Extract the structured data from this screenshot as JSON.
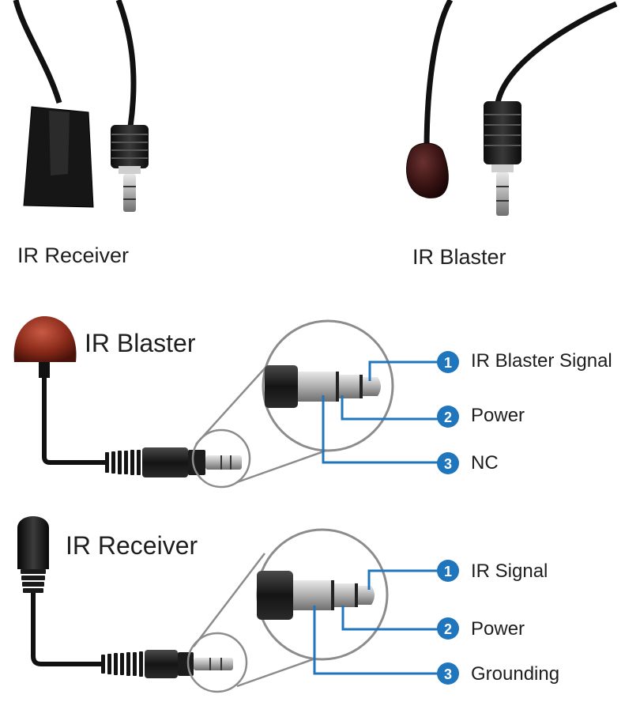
{
  "photos": {
    "receiver_caption": "IR Receiver",
    "blaster_caption": "IR Blaster"
  },
  "blaster_diagram": {
    "title": "IR Blaster",
    "pins": [
      {
        "number": "1",
        "label": "IR Blaster Signal"
      },
      {
        "number": "2",
        "label": "Power"
      },
      {
        "number": "3",
        "label": "NC"
      }
    ]
  },
  "receiver_diagram": {
    "title": "IR Receiver",
    "pins": [
      {
        "number": "1",
        "label": "IR Signal"
      },
      {
        "number": "2",
        "label": "Power"
      },
      {
        "number": "3",
        "label": "Grounding"
      }
    ]
  },
  "colors": {
    "callout_blue": "#1f76bd",
    "blaster_red": "#8a2a1a",
    "cable_black": "#141414",
    "plug_metal": "#a8a8a8",
    "zoom_gray": "#8c8c8c"
  }
}
